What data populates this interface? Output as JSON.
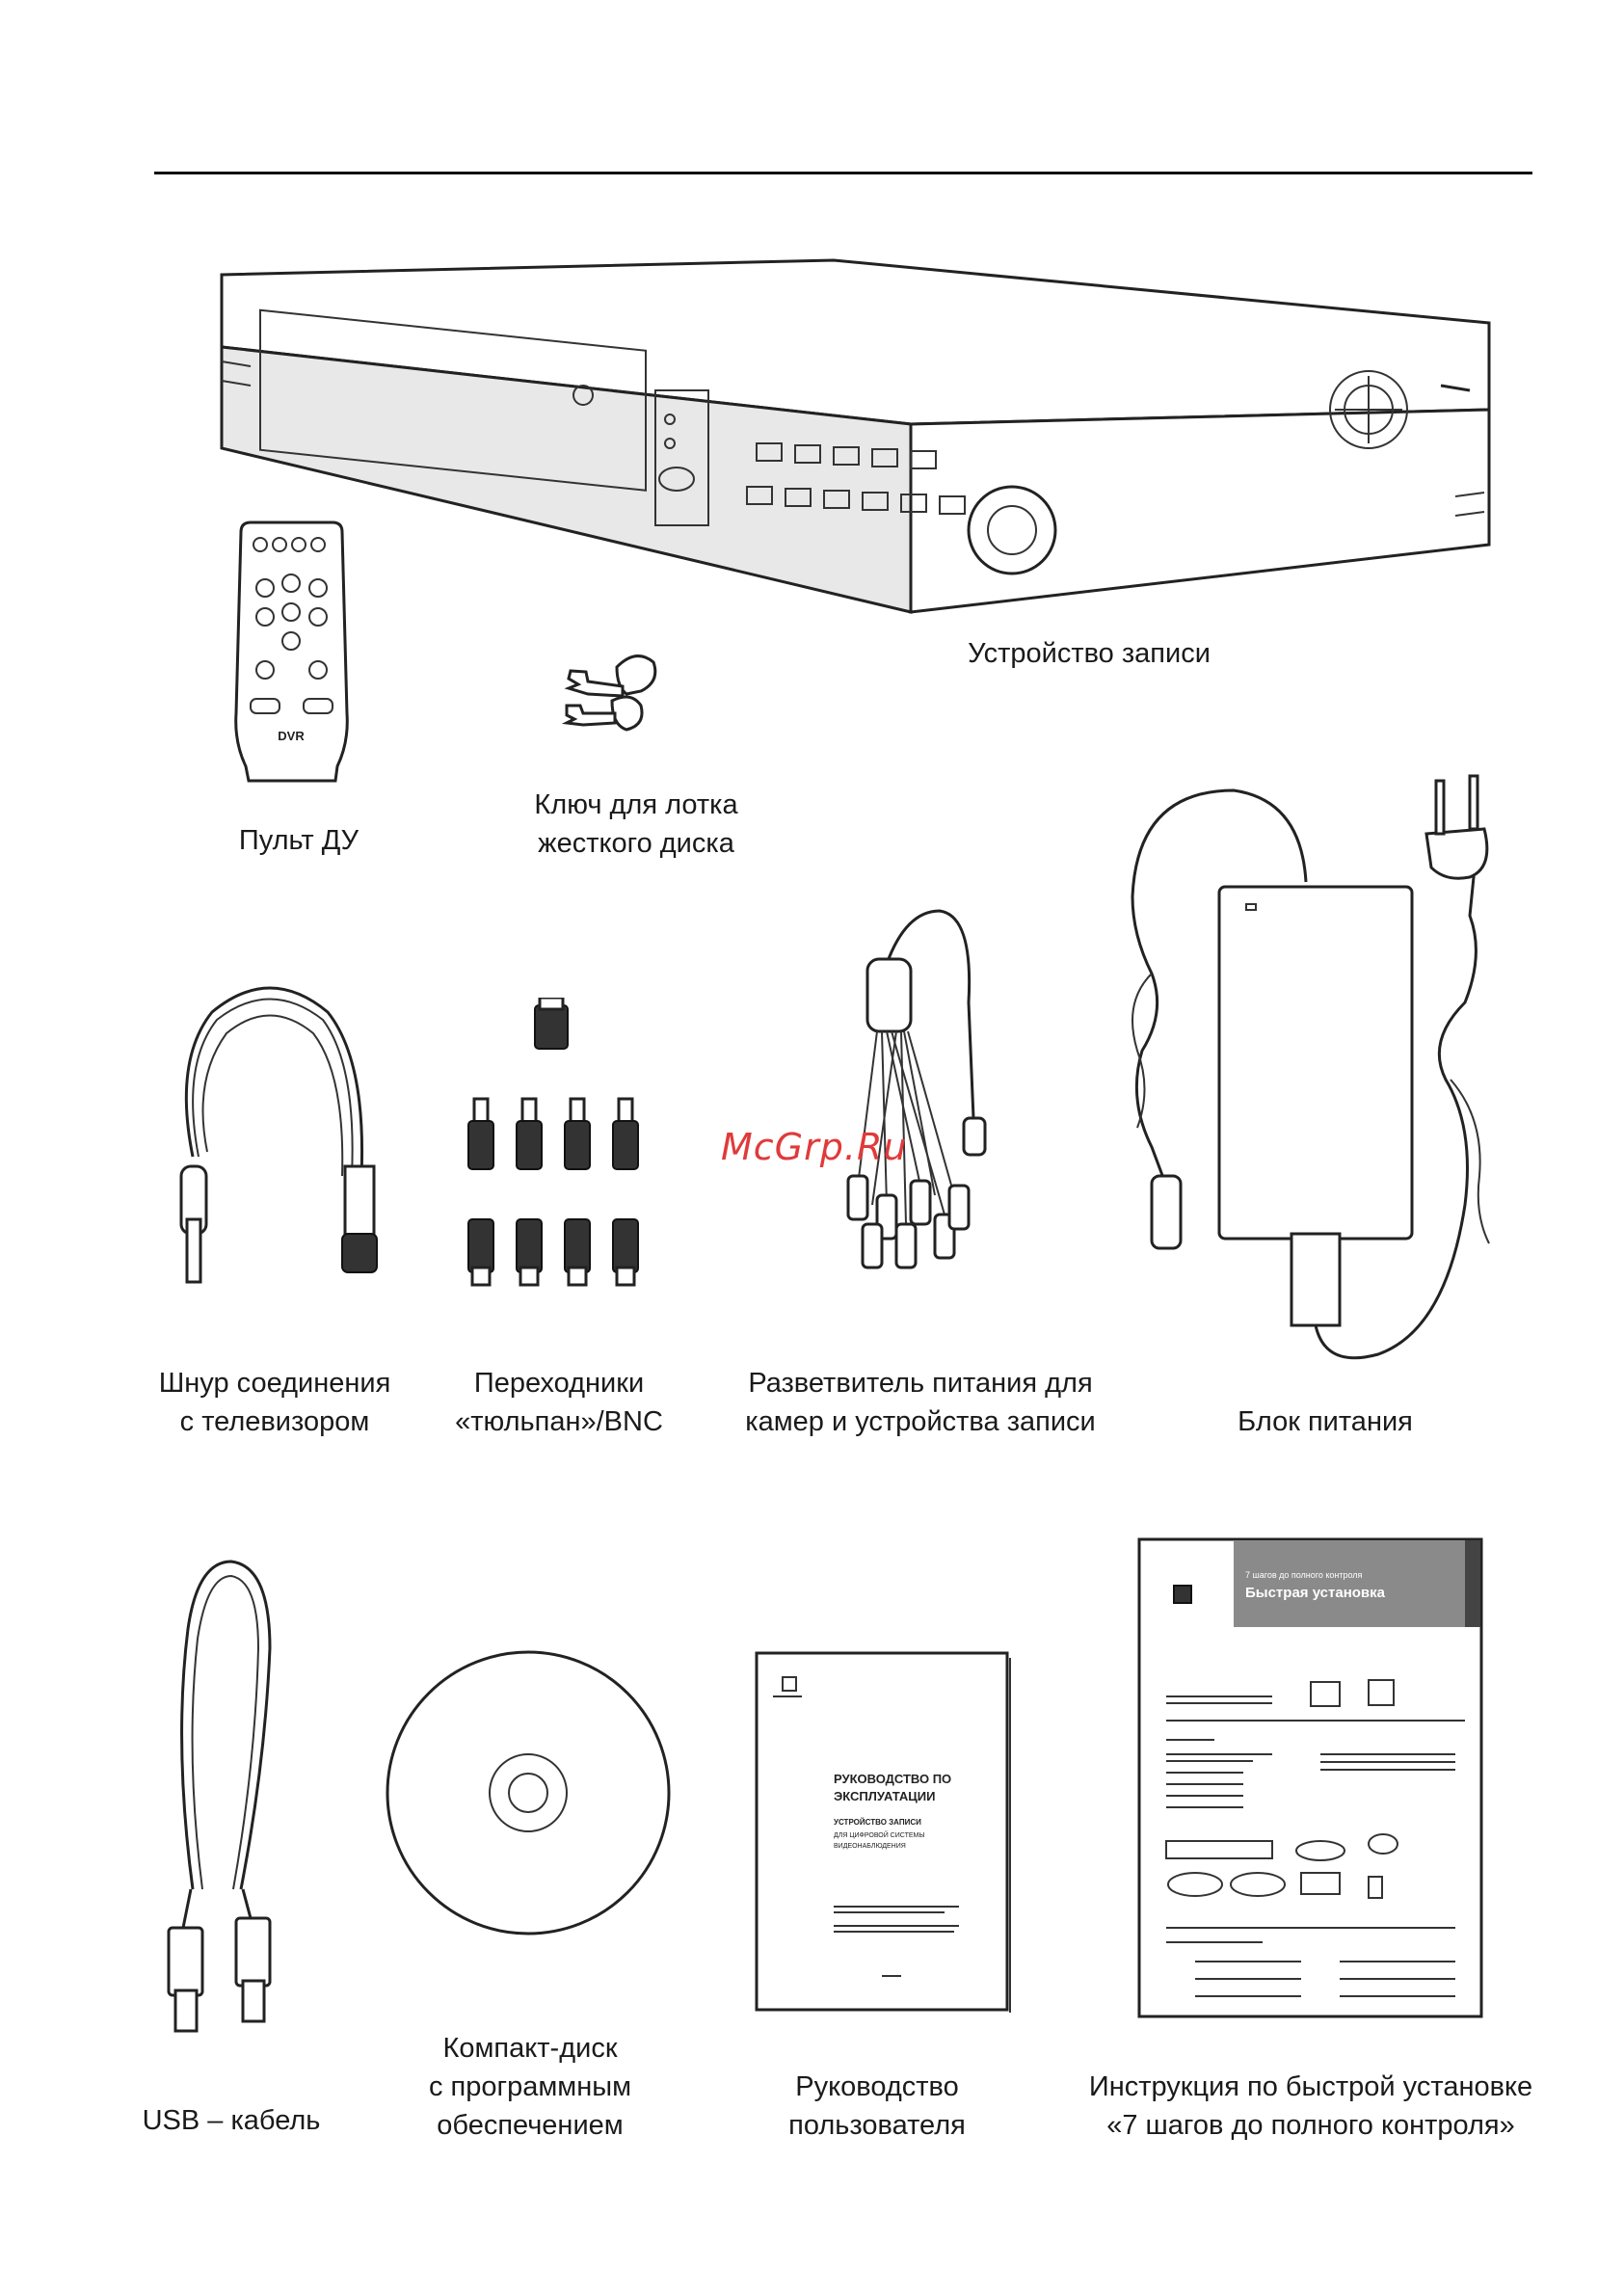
{
  "watermark": "McGrp.Ru",
  "items": {
    "recorder": {
      "lines": [
        "Устройство записи"
      ]
    },
    "remote": {
      "lines": [
        "Пульт ДУ"
      ],
      "brand": "DVR"
    },
    "key": {
      "lines": [
        "Ключ для лотка",
        "жесткого диска"
      ]
    },
    "tv_cable": {
      "lines": [
        "Шнур соединения",
        "с телевизором"
      ]
    },
    "adapters": {
      "lines": [
        "Переходники",
        "«тюльпан»/BNC"
      ]
    },
    "splitter": {
      "lines": [
        "Разветвитель питания для",
        "камер и устройства записи"
      ]
    },
    "psu": {
      "lines": [
        "Блок питания"
      ]
    },
    "usb": {
      "lines": [
        "USB – кабель"
      ]
    },
    "cd": {
      "lines": [
        "Компакт-диск",
        "с программным",
        "обеспечением"
      ]
    },
    "manual": {
      "lines": [
        "Руководство",
        "пользователя"
      ],
      "cover": [
        "РУКОВОДСТВО ПО",
        "ЭКСПЛУАТАЦИИ",
        "УСТРОЙСТВО ЗАПИСИ",
        "ДЛЯ ЦИФРОВОЙ СИСТЕМЫ",
        "ВИДЕОНАБЛЮДЕНИЯ"
      ]
    },
    "quick": {
      "lines": [
        "Инструкция по быстрой установке",
        "«7 шагов до полного контроля»"
      ],
      "cover": [
        "7 шагов до полного контроля",
        "Быстрая установка"
      ]
    }
  }
}
